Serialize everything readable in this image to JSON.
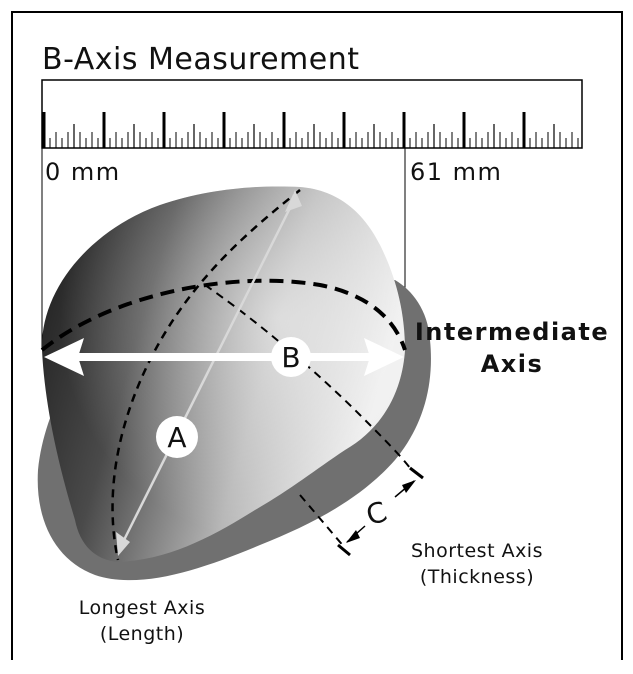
{
  "title": "B-Axis Measurement",
  "ruler": {
    "start_label": "0 mm",
    "end_label": "61 mm"
  },
  "axes": {
    "a_letter": "A",
    "b_letter": "B",
    "c_letter": "C",
    "intermediate_line1": "Intermediate",
    "intermediate_line2": "Axis",
    "shortest_line1": "Shortest Axis",
    "shortest_line2": "(Thickness)",
    "longest_line1": "Longest Axis",
    "longest_line2": "(Length)"
  },
  "colors": {
    "frame": "#000000",
    "pebble_dark": "#1e1e1e",
    "pebble_light": "#e8e8e8",
    "pebble_shadow": "#6f6f6f",
    "arrow_white": "#ffffff"
  }
}
